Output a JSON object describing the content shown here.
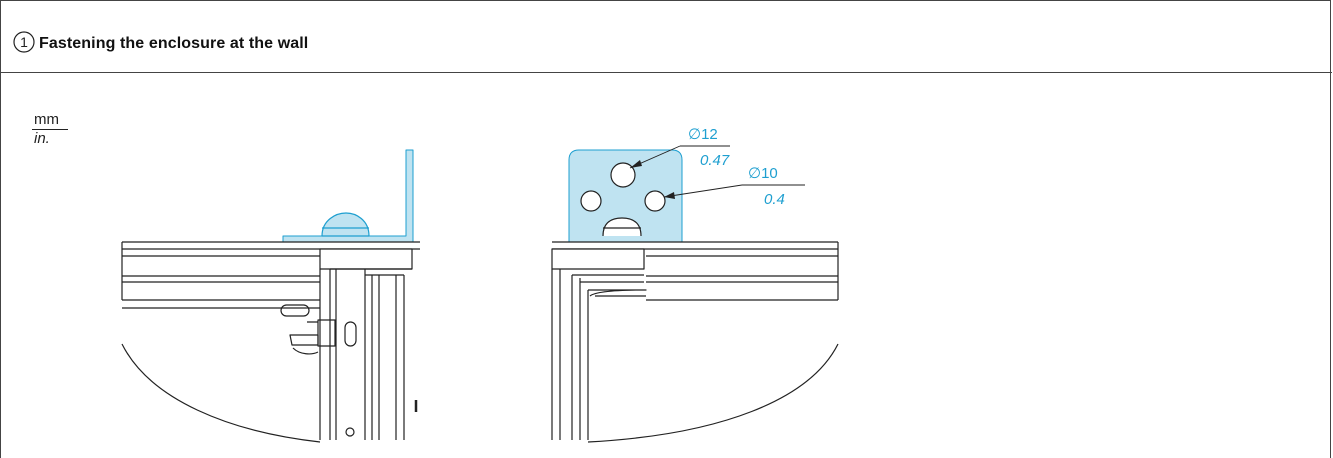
{
  "header": {
    "step_number": "1",
    "title": "Fastening the enclosure at the wall"
  },
  "units": {
    "top": "mm",
    "bottom": "in."
  },
  "dimensions": [
    {
      "symbol": "∅",
      "mm": "12",
      "inch": "0.47"
    },
    {
      "symbol": "∅",
      "mm": "10",
      "inch": "0.4"
    }
  ],
  "colors": {
    "accent": "#1e9fd0",
    "bracket_fill": "#bfe3f1",
    "outline": "#222222"
  }
}
